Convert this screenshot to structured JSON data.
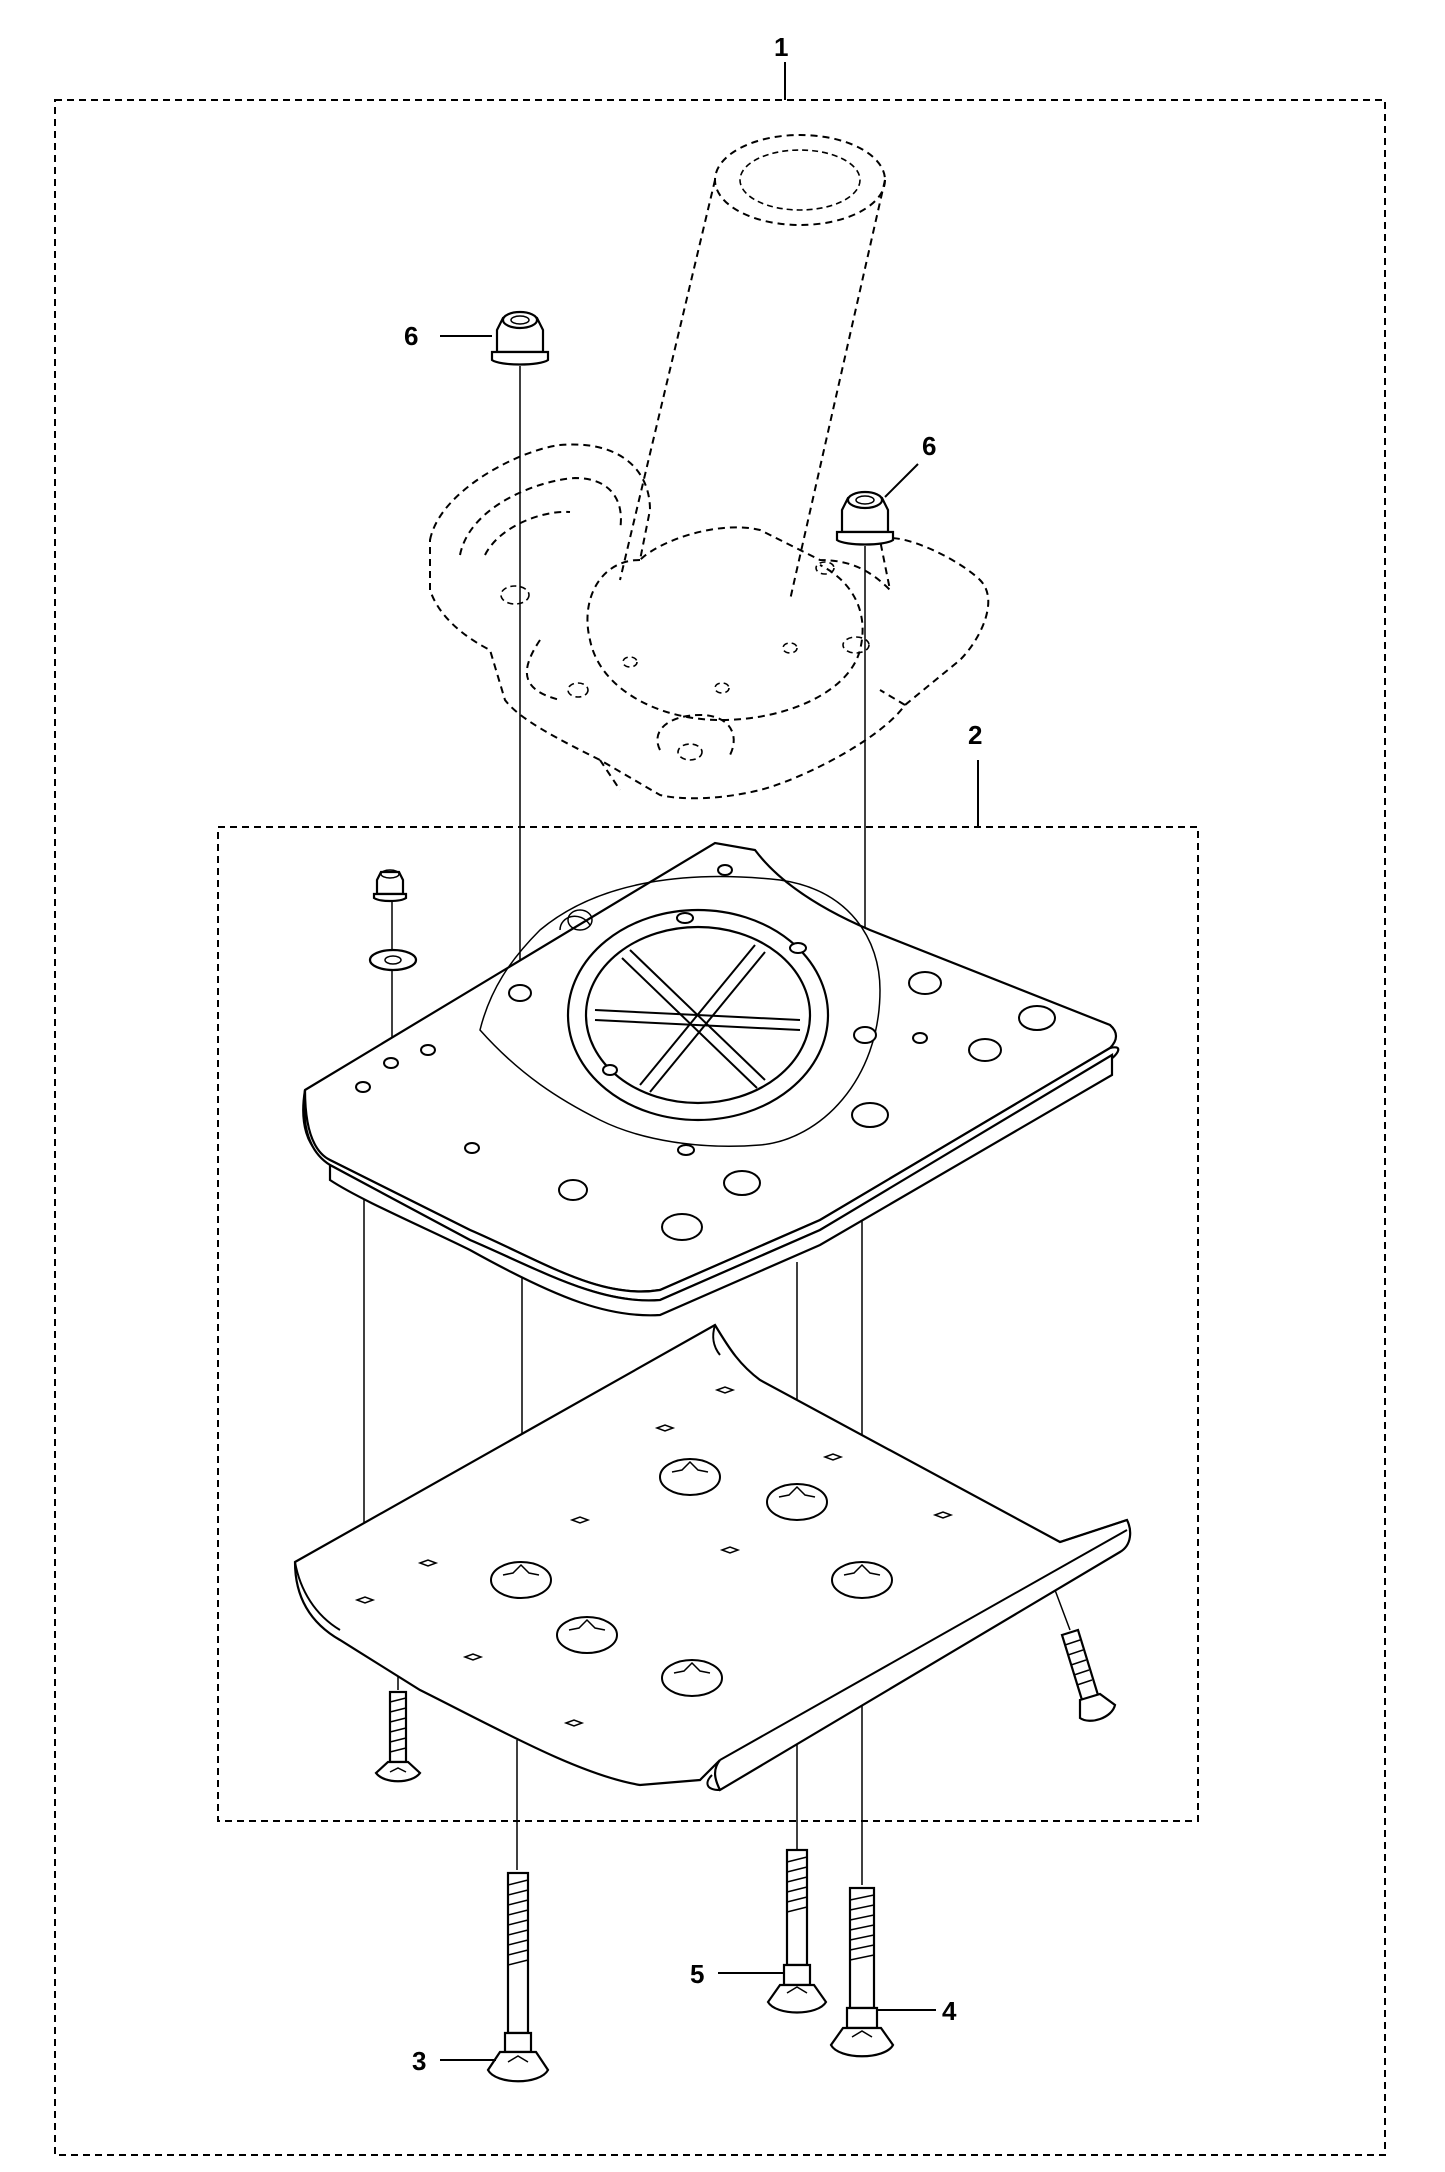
{
  "callouts": {
    "c1": "1",
    "c2": "2",
    "c3": "3",
    "c4": "4",
    "c5": "5",
    "c6a": "6",
    "c6b": "6"
  },
  "colors": {
    "line": "#000000",
    "background": "#ffffff"
  }
}
